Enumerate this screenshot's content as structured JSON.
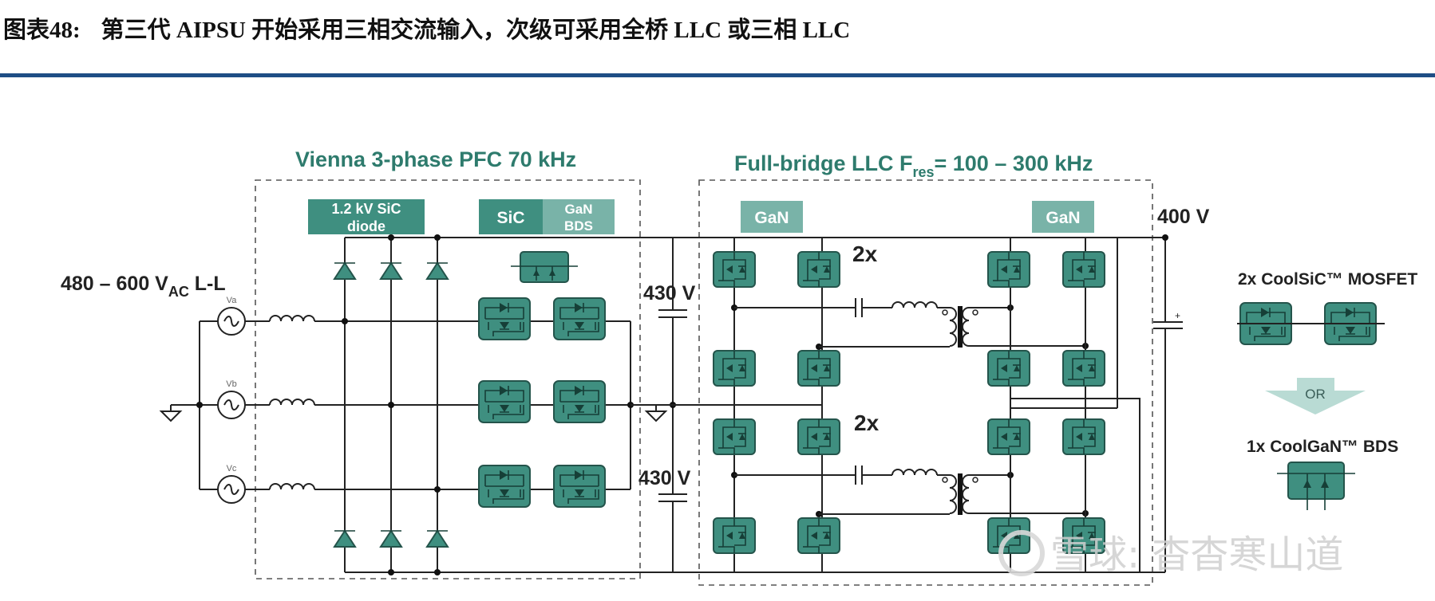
{
  "figure": {
    "number": "图表48:",
    "title": "第三代 AIPSU 开始采用三相交流输入，次级可采用全桥 LLC 或三相 LLC",
    "rule_color": "#1f4e85",
    "accent_color": "#2e7b6d",
    "module_color": "#3f8f80"
  },
  "diagram": {
    "pfc_section": {
      "title": "Vienna 3-phase PFC 70 kHz",
      "diode_tag_line1": "1.2 kV SiC",
      "diode_tag_line2": "diode",
      "switch_tag_sic": "SiC",
      "switch_tag_gan_line1": "GaN",
      "switch_tag_gan_line2": "BDS"
    },
    "llc_section": {
      "title_main": "Full-bridge LLC  F",
      "title_sub": "res",
      "title_tail": "= 100 – 300 kHz",
      "primary_tag": "GaN",
      "secondary_tag": "GaN",
      "multiplier_top": "2x",
      "multiplier_bottom": "2x"
    },
    "input": {
      "label_main": "480 – 600 V",
      "label_sub": "AC",
      "label_tail": " L-L",
      "sources": [
        "Va",
        "Vb",
        "Vc"
      ]
    },
    "dc_link": {
      "upper": "430 V",
      "lower": "430 V"
    },
    "output": {
      "voltage": "400 V"
    },
    "legend": {
      "option_a": "2x CoolSiC™ MOSFET",
      "or_label": "OR",
      "option_b": "1x CoolGaN™ BDS"
    }
  },
  "watermark": {
    "text": "雪球: 杳杳寒山道"
  }
}
